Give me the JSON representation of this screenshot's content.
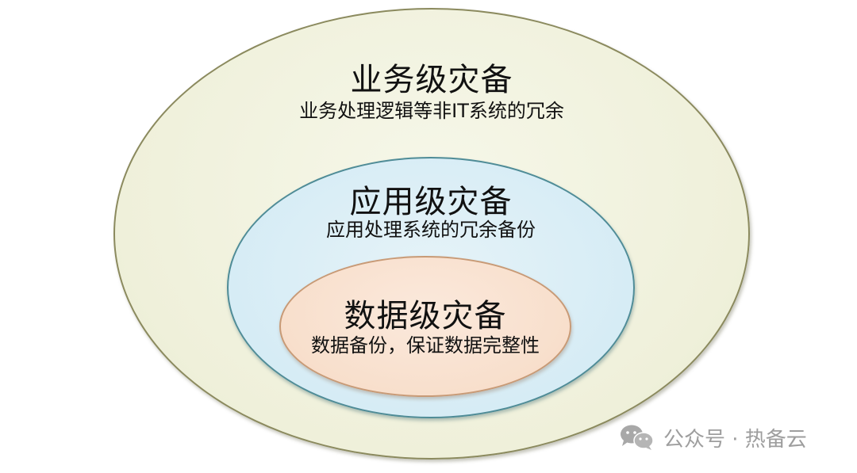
{
  "diagram": {
    "type": "nested-ellipses",
    "levels": [
      {
        "title": "业务级灾备",
        "description": "业务处理逻辑等非IT系统的冗余",
        "fill_color": "#eff0da",
        "border_color": "#8b8a5e"
      },
      {
        "title": "应用级灾备",
        "description": "应用处理系统的冗余备份",
        "fill_color": "#d6ecf5",
        "border_color": "#4f8c97"
      },
      {
        "title": "数据级灾备",
        "description": "数据备份，保证数据完整性",
        "fill_color": "#f8dfcc",
        "border_color": "#c89a76"
      }
    ]
  },
  "watermark": {
    "icon": "wechat-icon",
    "text": "公众号 · 热备云",
    "color": "#9e9e9e"
  }
}
